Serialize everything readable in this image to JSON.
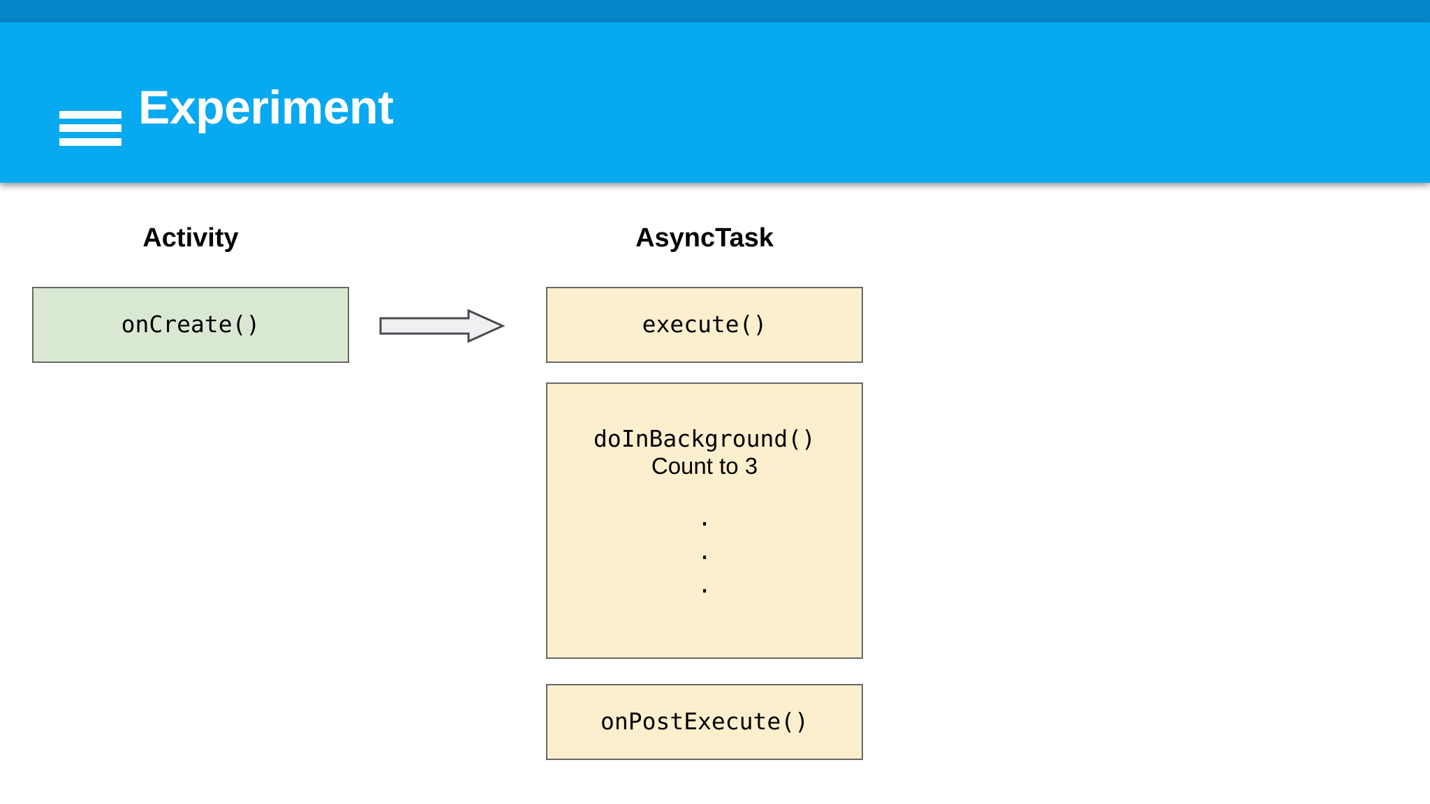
{
  "app": {
    "title": "Experiment",
    "menu_icon": "hamburger-menu-icon",
    "status_bar_color": "#0586cb",
    "app_bar_color": "#07a9f0"
  },
  "diagram": {
    "type": "flow-diagram",
    "columns": [
      {
        "id": "activity",
        "heading": "Activity"
      },
      {
        "id": "asynctask",
        "heading": "AsyncTask"
      }
    ],
    "nodes": [
      {
        "id": "oncreate",
        "column": "activity",
        "label": "onCreate()",
        "fill": "#d9e8d3",
        "border": "#676767"
      },
      {
        "id": "execute",
        "column": "asynctask",
        "label": "execute()",
        "fill": "#fcefcd",
        "border": "#676767"
      },
      {
        "id": "dobackground",
        "column": "asynctask",
        "label": "doInBackground()",
        "sublabel": "Count to 3",
        "dots": [
          ".",
          ".",
          "."
        ],
        "fill": "#fcefcd",
        "border": "#676767"
      },
      {
        "id": "postexecute",
        "column": "asynctask",
        "label": "onPostExecute()",
        "fill": "#fcefcd",
        "border": "#676767"
      }
    ],
    "edges": [
      {
        "id": "oncreate-to-execute",
        "from": "oncreate",
        "to": "execute",
        "style": "block-arrow-right",
        "fill": "#f0eff1",
        "stroke": "#4a4a4f"
      }
    ]
  }
}
